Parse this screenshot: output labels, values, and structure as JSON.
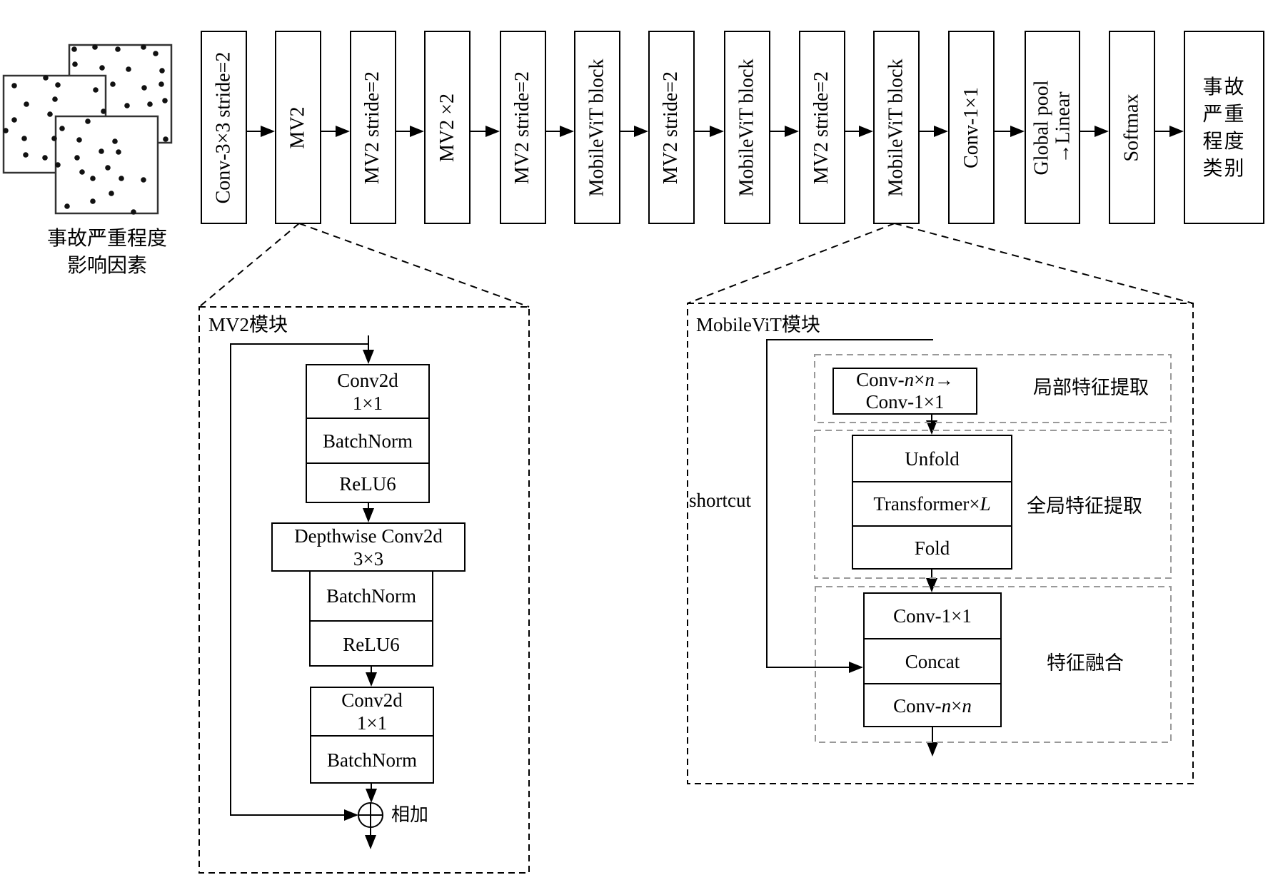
{
  "input": {
    "caption_line1": "事故严重程度",
    "caption_line2": "影响因素"
  },
  "pipeline": [
    {
      "id": "conv3x3",
      "label": "Conv-3×3 stride=2"
    },
    {
      "id": "mv2-a",
      "label": "MV2"
    },
    {
      "id": "mv2-stride-a",
      "label": "MV2 stride=2"
    },
    {
      "id": "mv2-x2",
      "label": "MV2 ×2"
    },
    {
      "id": "mv2-stride-b",
      "label": "MV2 stride=2"
    },
    {
      "id": "mobilevit-a",
      "label": "MobileViT block"
    },
    {
      "id": "mv2-stride-c",
      "label": "MV2 stride=2"
    },
    {
      "id": "mobilevit-b",
      "label": "MobileViT block"
    },
    {
      "id": "mv2-stride-d",
      "label": "MV2 stride=2"
    },
    {
      "id": "mobilevit-c",
      "label": "MobileViT block"
    },
    {
      "id": "conv1x1",
      "label": "Conv-1×1"
    },
    {
      "id": "globalpool",
      "label_line1": "Global pool",
      "label_line2": "→Linear"
    },
    {
      "id": "softmax",
      "label": "Softmax"
    },
    {
      "id": "output",
      "lines": [
        "事故",
        "严重",
        "程度",
        "类别"
      ]
    }
  ],
  "mv2_module": {
    "title": "MV2模块",
    "block1": {
      "conv_line1": "Conv2d",
      "conv_line2": "1×1",
      "bn": "BatchNorm",
      "act": "ReLU6"
    },
    "depthwise": {
      "line1": "Depthwise Conv2d",
      "line2": "3×3"
    },
    "block2": {
      "bn": "BatchNorm",
      "act": "ReLU6"
    },
    "block3": {
      "conv_line1": "Conv2d",
      "conv_line2": "1×1",
      "bn": "BatchNorm"
    },
    "add_label": "相加",
    "add_symbol": "⊕"
  },
  "mobilevit_module": {
    "title": "MobileViT模块",
    "shortcut_label": "shortcut",
    "local": {
      "label": "局部特征提取",
      "line1_prefix": "Conv-",
      "line1_n1": "n",
      "line1_x": "×",
      "line1_n2": "n",
      "line1_suffix": "→",
      "line2": "Conv-1×1"
    },
    "global": {
      "label": "全局特征提取",
      "unfold": "Unfold",
      "transformer_prefix": "Transformer×",
      "transformer_L": "L",
      "fold": "Fold"
    },
    "fusion": {
      "label": "特征融合",
      "conv1x1": "Conv-1×1",
      "concat": "Concat",
      "convnxn_prefix": "Conv-",
      "convnxn_n1": "n",
      "convnxn_x": "×",
      "convnxn_n2": "n"
    }
  },
  "colors": {
    "line": "#000000",
    "group_dash": "#999999",
    "background": "#ffffff"
  }
}
